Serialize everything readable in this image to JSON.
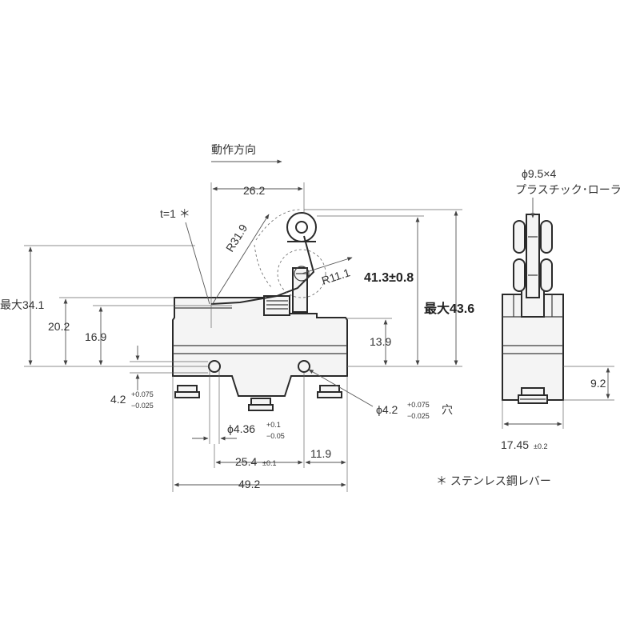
{
  "direction_label": "動作方向",
  "dims": {
    "d26_2": "26.2",
    "t1": "t=1 ＊",
    "r31_9": "R31.9",
    "r11_1": "R11.1",
    "d41_3": "41.3±0.8",
    "max43_6": "最大43.6",
    "max34_1": "最大34.1",
    "d20_2": "20.2",
    "d16_9": "16.9",
    "d13_9": "13.9",
    "d4_2": "4.2",
    "d4_2_tol_plus": "+0.075",
    "d4_2_tol_minus": "−0.025",
    "phi4_2": "ϕ4.2",
    "phi4_2_tol_plus": "+0.075",
    "phi4_2_tol_minus": "−0.025",
    "phi4_2_suffix": "穴",
    "phi4_36": "ϕ4.36",
    "phi4_36_tol_plus": "+0.1",
    "phi4_36_tol_minus": "−0.05",
    "d25_4": "25.4",
    "d25_4_tol": "±0.1",
    "d11_9": "11.9",
    "d49_2": "49.2",
    "roller_spec": "ϕ9.5×4",
    "roller_material": "プラスチック･ローラ",
    "d9_2": "9.2",
    "d17_45": "17.45",
    "d17_45_tol": "±0.2"
  },
  "note": "＊ ステンレス鋼レバー"
}
